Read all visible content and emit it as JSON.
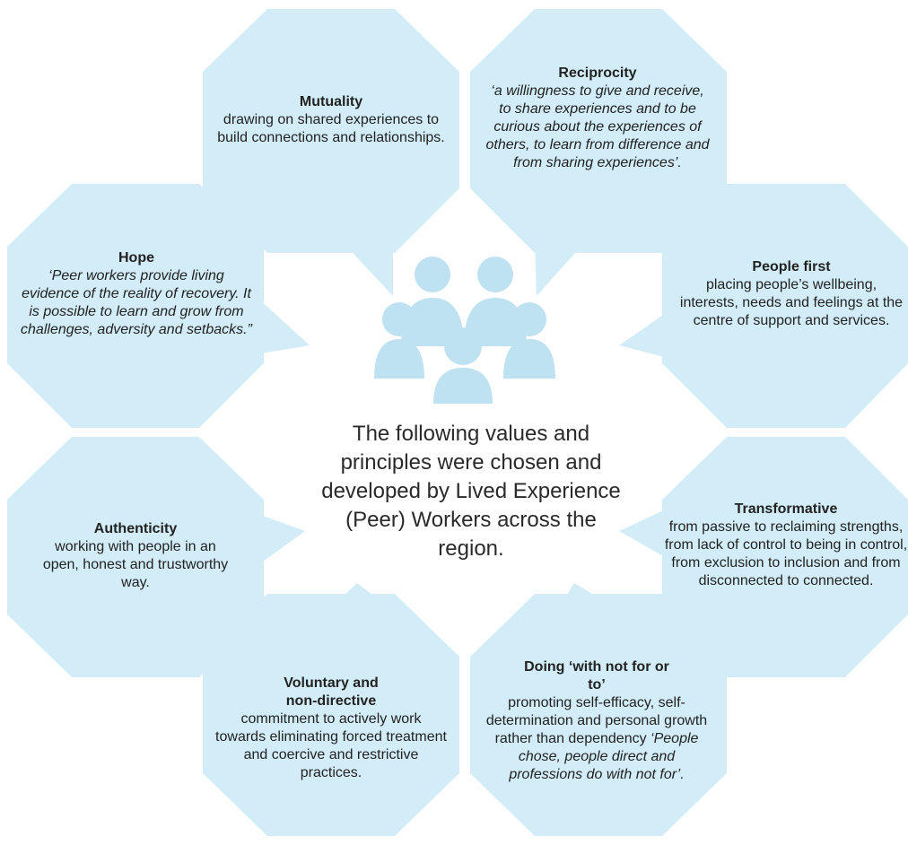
{
  "colors": {
    "panel": "#d3edf8",
    "icon": "#bfe2f2",
    "text": "#222222"
  },
  "center": {
    "icon": "people-group-icon",
    "text": "The following values and principles were chosen and developed by Lived Experience (Peer) Workers across the region."
  },
  "values": {
    "mutuality": {
      "title": "Mutuality",
      "body": "drawing on shared experiences to build connections and relationships."
    },
    "reciprocity": {
      "title": "Reciprocity",
      "body": "‘a willingness to give and receive, to share experiences and to be curious about the experiences of others, to learn from difference and from sharing experiences’."
    },
    "people_first": {
      "title": "People first",
      "body": "placing people’s wellbeing, interests, needs and feelings at the centre of support and services."
    },
    "transformative": {
      "title": "Transformative",
      "body": "from passive to reclaiming strengths, from lack of control to being in control, from exclusion to inclusion and from disconnected to connected."
    },
    "doing_with": {
      "title": "Doing ‘with not for or to’",
      "body": "promoting self-efficacy, self-determination and personal growth rather than dependency",
      "quote": "‘People chose, people direct and professions do with not for’."
    },
    "voluntary": {
      "title": "Voluntary and non-directive",
      "body": "commitment to actively work towards eliminating forced treatment and coercive and restrictive practices."
    },
    "authenticity": {
      "title": "Authenticity",
      "body": "working with people in an open, honest and trustworthy way."
    },
    "hope": {
      "title": "Hope",
      "body": "‘Peer workers provide living evidence of the reality of recovery. It is possible to learn and grow from challenges, adversity and setbacks.”"
    }
  }
}
